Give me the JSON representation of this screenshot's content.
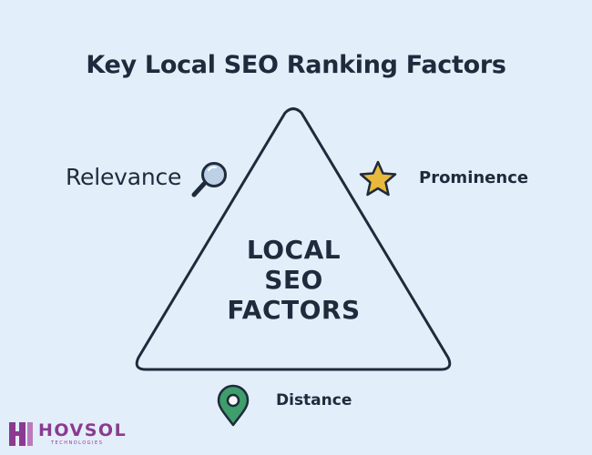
{
  "title": "Key Local SEO Ranking Factors",
  "center": {
    "lines": [
      "LOCAL",
      "SEO",
      "FACTORS"
    ]
  },
  "factors": {
    "relevance": {
      "label": "Relevance",
      "icon": "magnifying-glass-icon"
    },
    "prominence": {
      "label": "Prominence",
      "icon": "star-icon"
    },
    "distance": {
      "label": "Distance",
      "icon": "location-pin-icon"
    }
  },
  "logo": {
    "name": "HOVSOL",
    "tagline": "TECHNOLOGIES"
  },
  "colors": {
    "background": "#e3eefb",
    "text": "#1f2b3d",
    "star": "#e9b93c",
    "pin": "#3f9e6b",
    "magnifier_lens": "#bcd0e6",
    "logo": "#8a3b8f"
  }
}
